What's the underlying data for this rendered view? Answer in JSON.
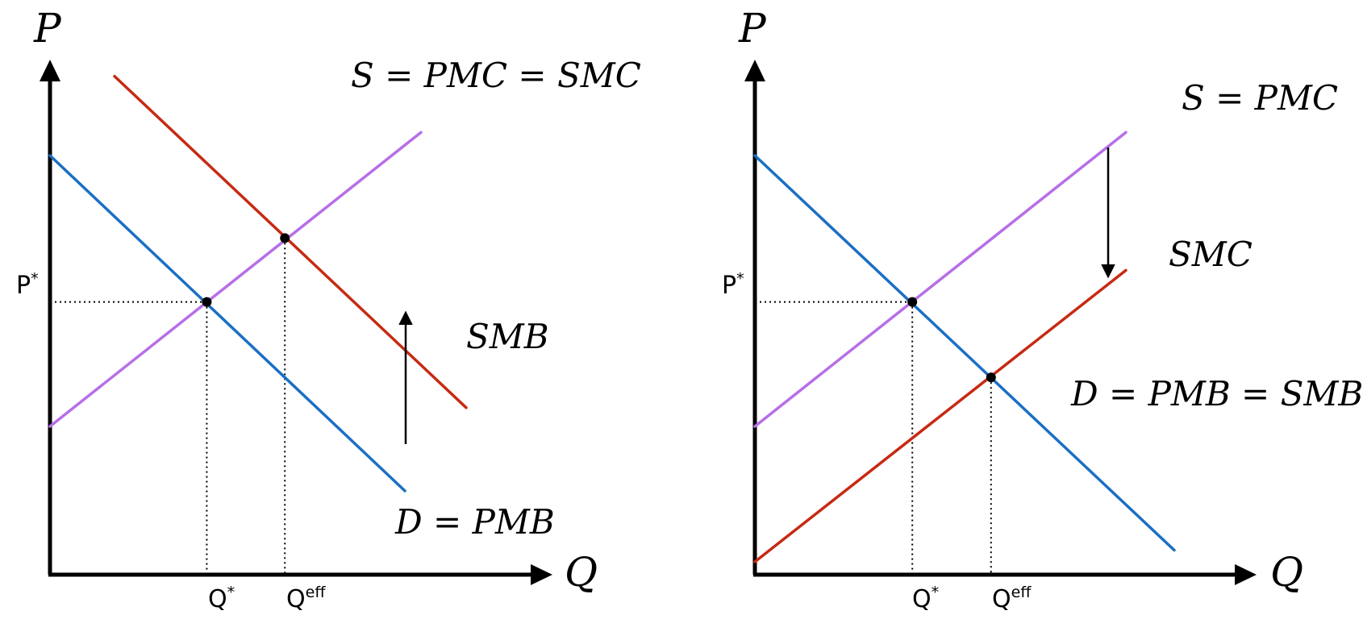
{
  "colors": {
    "demand": "#1a6fc4",
    "private_supply": "#b76ee8",
    "social": "#c62a12",
    "axis": "#000000"
  },
  "panels": [
    {
      "id": "positive-externality",
      "axis_titles": {
        "y": "P",
        "x": "Q"
      },
      "tick_labels": {
        "price": {
          "base": "P",
          "sup": "*"
        },
        "q_market": {
          "base": "Q",
          "sup": "*"
        },
        "q_efficient": {
          "base": "Q",
          "sup": "eff"
        }
      },
      "curves": {
        "demand": {
          "label": "D = PMB",
          "points": [
            [
              0,
              65
            ],
            [
              55,
              13
            ]
          ]
        },
        "supply": {
          "label": "S = PMC = SMC",
          "points": [
            [
              0,
              23
            ],
            [
              57.5,
              68.6
            ]
          ]
        },
        "social": {
          "label": "SMB",
          "points": [
            [
              10,
              77.3
            ],
            [
              64.5,
              25.9
            ]
          ]
        }
      },
      "equilibria": {
        "market": {
          "q": 24.3,
          "p": 42.3
        },
        "efficient": {
          "q": 36.4,
          "p": 52.2
        }
      },
      "shift_direction": "up"
    },
    {
      "id": "negative-externality",
      "axis_titles": {
        "y": "P",
        "x": "Q"
      },
      "tick_labels": {
        "price": {
          "base": "P",
          "sup": "*"
        },
        "q_market": {
          "base": "Q",
          "sup": "*"
        },
        "q_efficient": {
          "base": "Q",
          "sup": "eff"
        }
      },
      "curves": {
        "demand": {
          "label": "D = PMB = SMB",
          "points": [
            [
              0,
              65
            ],
            [
              65,
              3.8
            ]
          ]
        },
        "supply": {
          "label": "S = PMC",
          "points": [
            [
              0,
              23
            ],
            [
              57.5,
              68.6
            ]
          ]
        },
        "social": {
          "label": "SMC",
          "points": [
            [
              0,
              2
            ],
            [
              57.5,
              47.2
            ]
          ]
        }
      },
      "equilibria": {
        "market": {
          "q": 24.4,
          "p": 42.3
        },
        "efficient": {
          "q": 36.6,
          "p": 30.6
        }
      },
      "shift_direction": "down"
    }
  ]
}
